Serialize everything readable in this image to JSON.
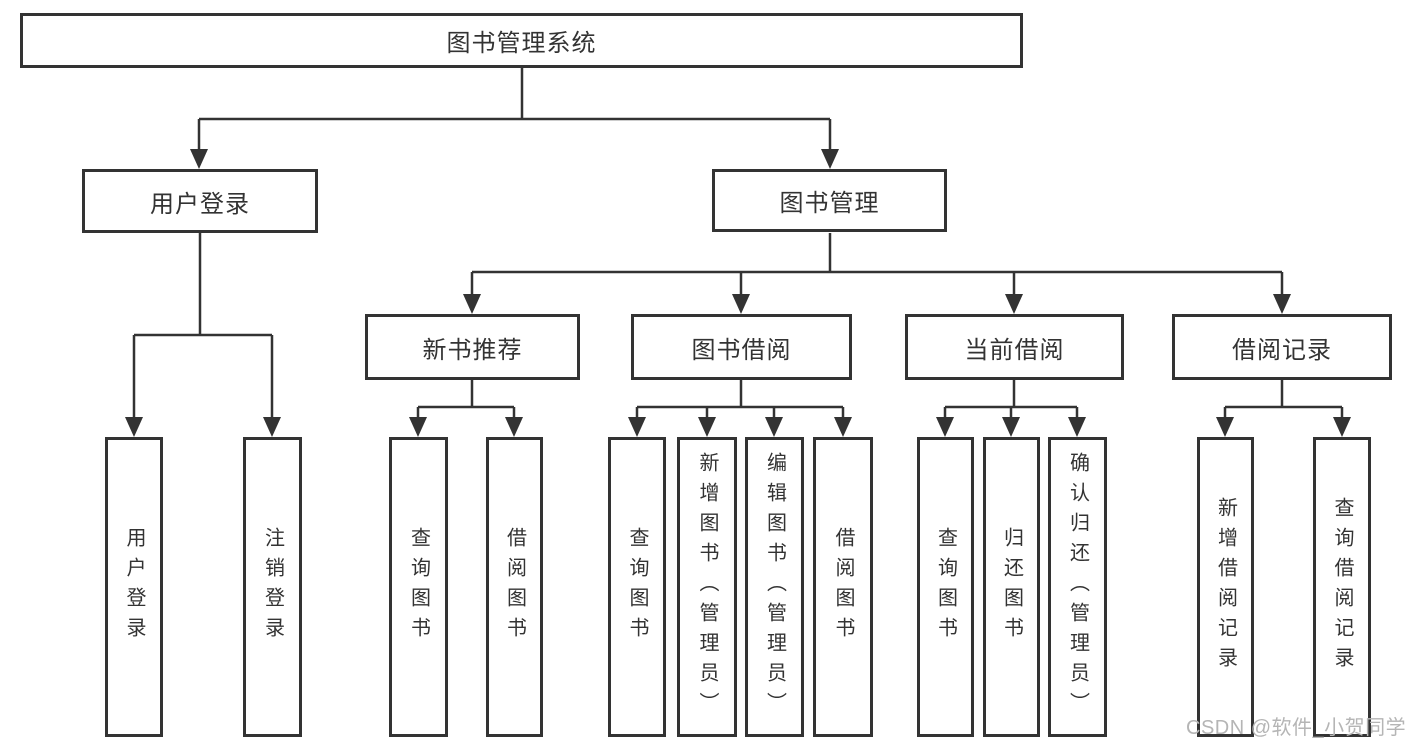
{
  "nodes": {
    "root": "图书管理系统",
    "level2": {
      "user_login": "用户登录",
      "book_management": "图书管理"
    },
    "level3": {
      "new_book_recommend": "新书推荐",
      "book_borrow": "图书借阅",
      "current_borrow": "当前借阅",
      "borrow_records": "借阅记录"
    },
    "leaves": {
      "user_login": "用户登录",
      "logout": "注销登录",
      "nb_query": "查询图书",
      "nb_borrow": "借阅图书",
      "bb_query": "查询图书",
      "bb_add": "新增图书（管理员）",
      "bb_edit": "编辑图书（管理员）",
      "bb_borrow": "借阅图书",
      "cb_query": "查询图书",
      "cb_return": "归还图书",
      "cb_confirm": "确认归还（管理员）",
      "br_add": "新增借阅记录",
      "br_query": "查询借阅记录"
    }
  },
  "watermark": "CSDN @软件_小贺同学",
  "colors": {
    "line": "#333333",
    "text": "#333333",
    "box_background": "#ffffff",
    "watermark": "#b5b5b5"
  }
}
